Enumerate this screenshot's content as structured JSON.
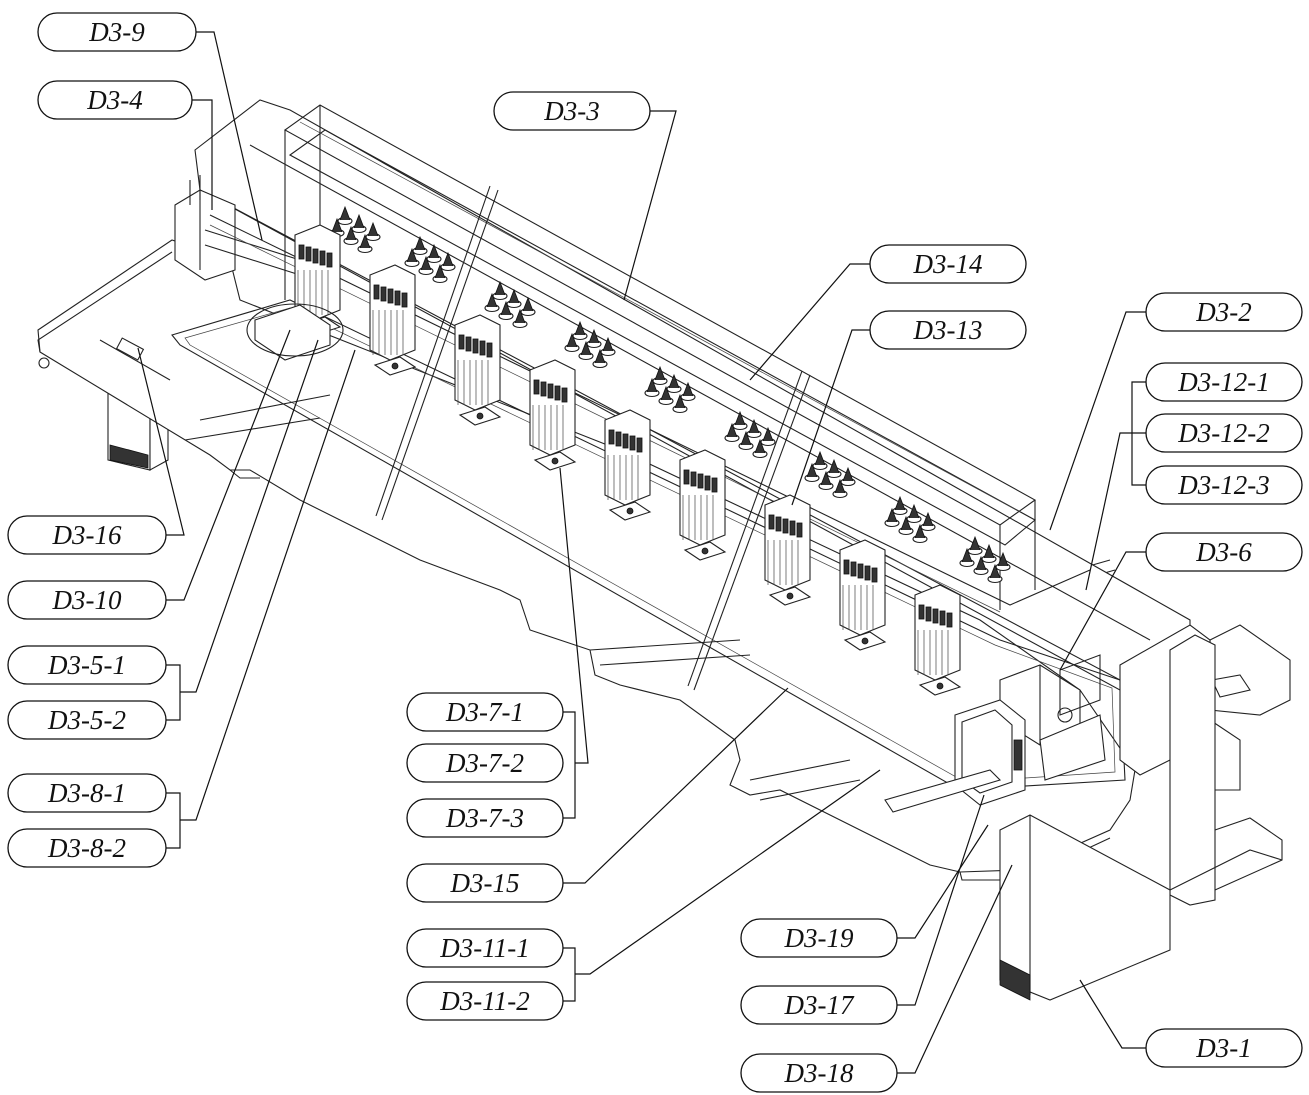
{
  "callouts": [
    {
      "id": "c1",
      "label": "D3-9"
    },
    {
      "id": "c2",
      "label": "D3-4"
    },
    {
      "id": "c3",
      "label": "D3-3"
    },
    {
      "id": "c4",
      "label": "D3-14"
    },
    {
      "id": "c5",
      "label": "D3-13"
    },
    {
      "id": "c6",
      "label": "D3-2"
    },
    {
      "id": "c7",
      "label": "D3-12-1"
    },
    {
      "id": "c8",
      "label": "D3-12-2"
    },
    {
      "id": "c9",
      "label": "D3-12-3"
    },
    {
      "id": "c10",
      "label": "D3-6"
    },
    {
      "id": "c11",
      "label": "D3-16"
    },
    {
      "id": "c12",
      "label": "D3-10"
    },
    {
      "id": "c13",
      "label": "D3-5-1"
    },
    {
      "id": "c14",
      "label": "D3-5-2"
    },
    {
      "id": "c15",
      "label": "D3-8-1"
    },
    {
      "id": "c16",
      "label": "D3-8-2"
    },
    {
      "id": "c17",
      "label": "D3-7-1"
    },
    {
      "id": "c18",
      "label": "D3-7-2"
    },
    {
      "id": "c19",
      "label": "D3-7-3"
    },
    {
      "id": "c20",
      "label": "D3-15"
    },
    {
      "id": "c21",
      "label": "D3-11-1"
    },
    {
      "id": "c22",
      "label": "D3-11-2"
    },
    {
      "id": "c23",
      "label": "D3-19"
    },
    {
      "id": "c24",
      "label": "D3-17"
    },
    {
      "id": "c25",
      "label": "D3-18"
    },
    {
      "id": "c26",
      "label": "D3-1"
    }
  ]
}
